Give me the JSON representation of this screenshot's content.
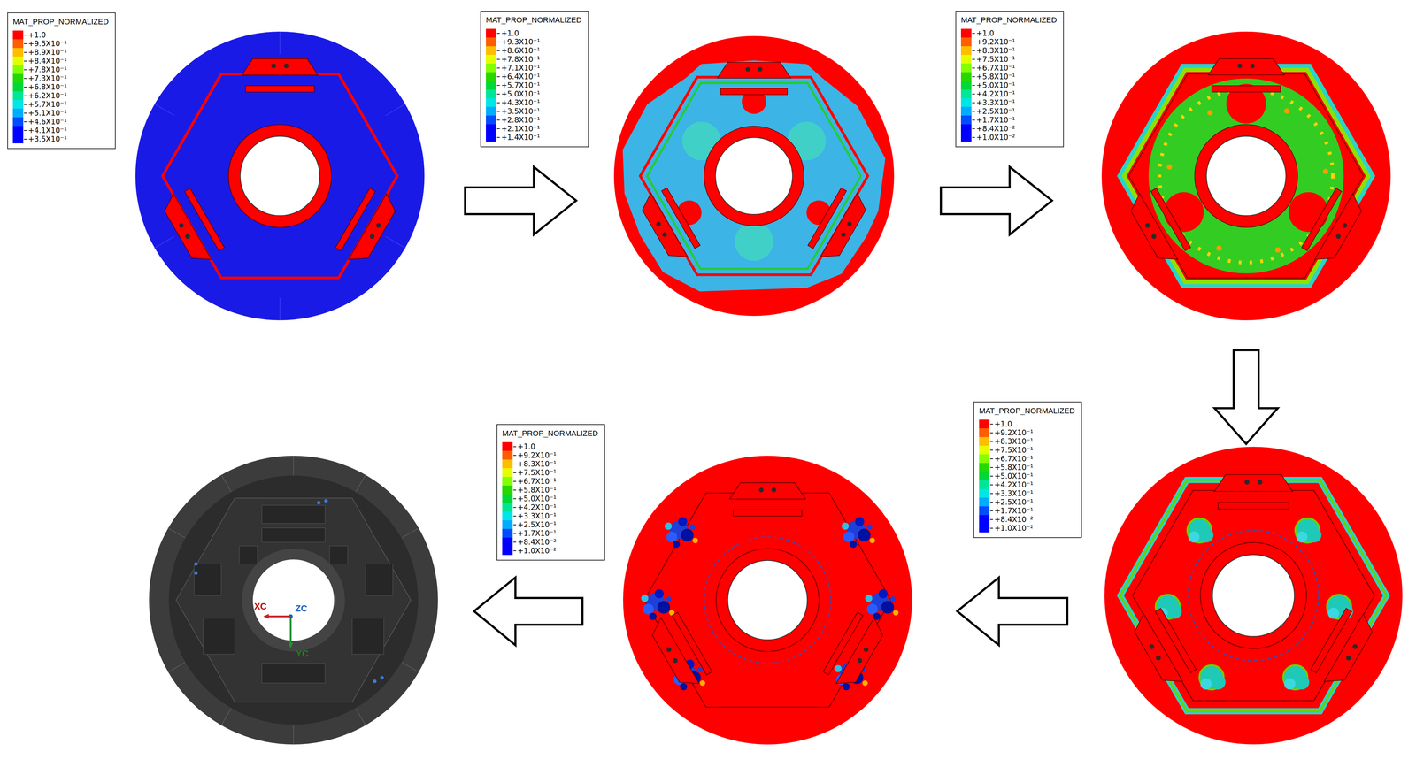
{
  "diagram": {
    "labels": [
      "MAT_PROP_NORMALIZED",
      "MAT_PROP_NORMALIZED",
      "MAT_PROP_NORMALIZED",
      "MAT_PROP_NORMALIZED",
      "MAT_PROP_NORMALIZED",
      "XC",
      "ZC",
      "YC"
    ],
    "legend": [
      {
        "text": "+1.0",
        "color": "#FF0000"
      },
      {
        "text": "+9.5X10⁻¹",
        "color": "#FF5E00"
      },
      {
        "text": "+8.9X10⁻¹",
        "color": "#FFBD00"
      },
      {
        "text": "+8.4X10⁻¹",
        "color": "#E3FF00"
      },
      {
        "text": "+7.8X10⁻¹",
        "color": "#84FF00"
      },
      {
        "text": "+7.3X10⁻¹",
        "color": "#26D800"
      },
      {
        "text": "+6.8X10⁻¹",
        "color": "#00D838"
      },
      {
        "text": "+6.2X10⁻¹",
        "color": "#00E696"
      },
      {
        "text": "+5.7X10⁻¹",
        "color": "#00E6E6"
      },
      {
        "text": "+5.1X10⁻¹",
        "color": "#00ACFF"
      },
      {
        "text": "+4.6X10⁻¹",
        "color": "#004DFF"
      },
      {
        "text": "+4.1X10⁻¹",
        "color": "#0000FF"
      },
      {
        "text": "+3.5X10⁻¹",
        "color": "#0000FF"
      },
      {
        "text": "+1.0",
        "color": "#FF0000"
      },
      {
        "text": "+9.3X10⁻¹",
        "color": "#FF5E00"
      },
      {
        "text": "+8.6X10⁻¹",
        "color": "#FFBD00"
      },
      {
        "text": "+7.8X10⁻¹",
        "color": "#E3FF00"
      },
      {
        "text": "+7.1X10⁻¹",
        "color": "#84FF00"
      },
      {
        "text": "+6.4X10⁻¹",
        "color": "#26D800"
      },
      {
        "text": "+5.7X10⁻¹",
        "color": "#00D838"
      },
      {
        "text": "+5.0X10⁻¹",
        "color": "#00E696"
      },
      {
        "text": "+4.3X10⁻¹",
        "color": "#00E6E6"
      },
      {
        "text": "+3.5X10⁻¹",
        "color": "#00ACFF"
      },
      {
        "text": "+2.8X10⁻¹",
        "color": "#004DFF"
      },
      {
        "text": "+2.1X10⁻¹",
        "color": "#0000FF"
      },
      {
        "text": "+1.4X10⁻¹",
        "color": "#0000FF"
      },
      {
        "text": "+1.0",
        "color": "#FF0000"
      },
      {
        "text": "+9.2X10⁻¹",
        "color": "#FF5E00"
      },
      {
        "text": "+8.3X10⁻¹",
        "color": "#FFBD00"
      },
      {
        "text": "+7.5X10⁻¹",
        "color": "#E3FF00"
      },
      {
        "text": "+6.7X10⁻¹",
        "color": "#84FF00"
      },
      {
        "text": "+5.8X10⁻¹",
        "color": "#26D800"
      },
      {
        "text": "+5.0X10⁻¹",
        "color": "#00D838"
      },
      {
        "text": "+4.2X10⁻¹",
        "color": "#00E696"
      },
      {
        "text": "+3.3X10⁻¹",
        "color": "#00E6E6"
      },
      {
        "text": "+2.5X10⁻¹",
        "color": "#00ACFF"
      },
      {
        "text": "+1.7X10⁻¹",
        "color": "#004DFF"
      },
      {
        "text": "+8.4X10⁻²",
        "color": "#0000FF"
      },
      {
        "text": "+1.0X10⁻²",
        "color": "#0000FF"
      },
      {
        "text": "+1.0",
        "color": "#FF0000"
      },
      {
        "text": "+9.2X10⁻¹",
        "color": "#FF5E00"
      },
      {
        "text": "+8.3X10⁻¹",
        "color": "#FFBD00"
      },
      {
        "text": "+7.5X10⁻¹",
        "color": "#E3FF00"
      },
      {
        "text": "+6.7X10⁻¹",
        "color": "#84FF00"
      },
      {
        "text": "+5.8X10⁻¹",
        "color": "#26D800"
      },
      {
        "text": "+5.0X10⁻¹",
        "color": "#00D838"
      },
      {
        "text": "+4.2X10⁻¹",
        "color": "#00E696"
      },
      {
        "text": "+3.3X10⁻¹",
        "color": "#00E6E6"
      },
      {
        "text": "+2.5X10⁻¹",
        "color": "#00ACFF"
      },
      {
        "text": "+1.7X10⁻¹",
        "color": "#004DFF"
      },
      {
        "text": "+8.4X10⁻²",
        "color": "#0000FF"
      },
      {
        "text": "+1.0X10⁻²",
        "color": "#0000FF"
      },
      {
        "text": "+1.0",
        "color": "#FF0000"
      },
      {
        "text": "+9.2X10⁻¹",
        "color": "#FF5E00"
      },
      {
        "text": "+8.3X10⁻¹",
        "color": "#FFBD00"
      },
      {
        "text": "+7.5X10⁻¹",
        "color": "#E3FF00"
      },
      {
        "text": "+6.7X10⁻¹",
        "color": "#84FF00"
      },
      {
        "text": "+5.8X10⁻¹",
        "color": "#26D800"
      },
      {
        "text": "+5.0X10⁻¹",
        "color": "#00D838"
      },
      {
        "text": "+4.2X10⁻¹",
        "color": "#00E696"
      },
      {
        "text": "+3.3X10⁻¹",
        "color": "#00E6E6"
      },
      {
        "text": "+2.5X10⁻¹",
        "color": "#00ACFF"
      },
      {
        "text": "+1.7X10⁻¹",
        "color": "#004DFF"
      },
      {
        "text": "+8.4X10⁻²",
        "color": "#0000FF"
      },
      {
        "text": "+1.0X10⁻²",
        "color": "#0000FF"
      }
    ]
  }
}
